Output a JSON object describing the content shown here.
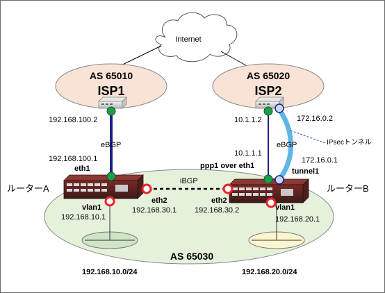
{
  "cloud": {
    "label": "Internet"
  },
  "isp1": {
    "as": "AS 65010",
    "name": "ISP1",
    "address": "192.168.100.2"
  },
  "isp2": {
    "as": "AS 65020",
    "name": "ISP2",
    "address": "10.1.1.2",
    "tunnel_address": "172.16.0.2"
  },
  "as_local": {
    "label": "AS 65030"
  },
  "router_a": {
    "name": "ルーターA",
    "ebgp_label": "eBGP",
    "eth1_address": "192.168.100.1",
    "eth1_label": "eth1",
    "eth2_label": "eth2",
    "eth2_address": "192.168.30.1",
    "vlan_label": "vlan1",
    "vlan_address": "192.168.10.1",
    "lan_network": "192.168.10.0/24"
  },
  "router_b": {
    "name": "ルーターB",
    "ebgp_label": "eBGP",
    "ppp_address": "10.1.1.1",
    "ppp_label": "ppp1 over eth1",
    "tunnel_address": "172.16.0.1",
    "tunnel_label": "tunnel1",
    "eth2_label": "eth2",
    "eth2_address": "192.168.30.2",
    "vlan_label": "vlan1",
    "vlan_address": "192.168.20.1",
    "lan_network": "192.168.20.0/24"
  },
  "ibgp_label": "iBGP",
  "ipsec_label": "IPsecトンネル",
  "colors": {
    "isp_fill": "#f9e3d6",
    "as_fill": "#e6f1dc",
    "lan_a_fill": "#cfe5c5",
    "lan_b_fill": "#fbf6cf",
    "ebgp_line": "#1c1f8a",
    "tunnel": "#5eb6e6",
    "port_green": "#1e9e4a",
    "port_red": "#e8262a"
  }
}
